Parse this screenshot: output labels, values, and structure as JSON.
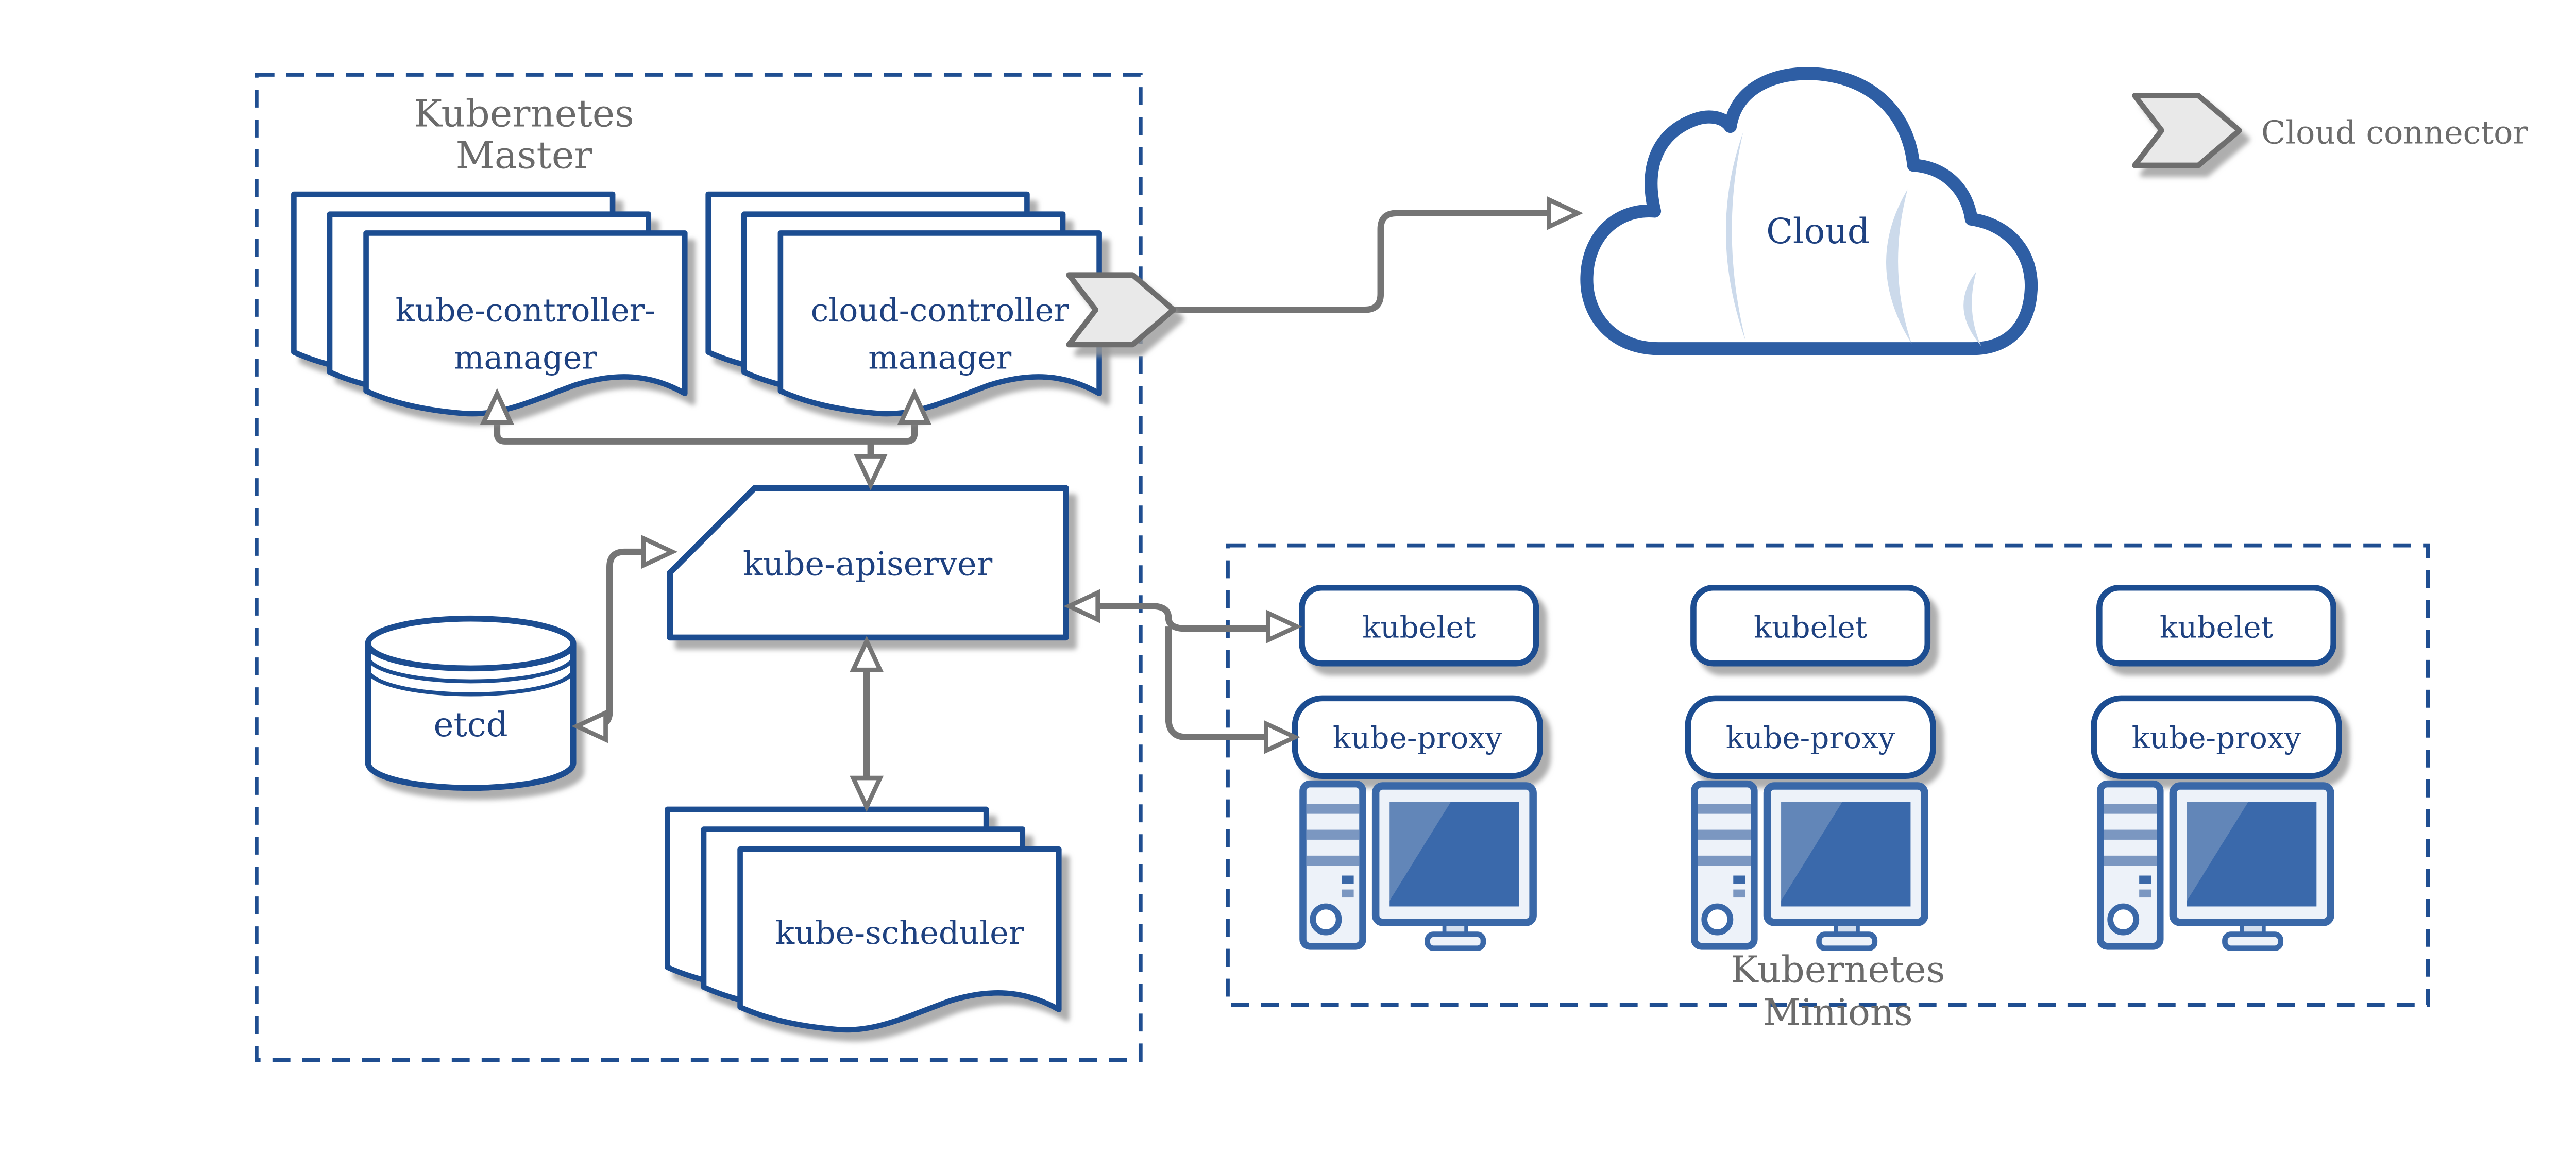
{
  "master": {
    "title": [
      "Kubernetes",
      "Master"
    ],
    "kube_controller_manager": [
      "kube-controller-",
      "manager"
    ],
    "cloud_controller_manager": [
      "cloud-controller",
      "manager"
    ],
    "kube_apiserver": "kube-apiserver",
    "etcd": "etcd",
    "kube_scheduler": "kube-scheduler"
  },
  "cloud": {
    "label": "Cloud"
  },
  "legend": {
    "label": "Cloud connector"
  },
  "minions": {
    "title": [
      "Kubernetes",
      "Minions"
    ],
    "nodes": [
      {
        "kubelet": "kubelet",
        "kube_proxy": "kube-proxy"
      },
      {
        "kubelet": "kubelet",
        "kube_proxy": "kube-proxy"
      },
      {
        "kubelet": "kubelet",
        "kube_proxy": "kube-proxy"
      }
    ]
  },
  "colors": {
    "node_border_navy": "#1f4e91",
    "node_text_navy": "#1e4180",
    "gray_text": "#6b6b6b",
    "connector_gray": "#757575",
    "computer_icon_blue": "#3a68a8",
    "cloud_outline_blue": "#2e5ea4",
    "cloud_sheen_blue": "#ccdaeb",
    "chevron_fill": "#e9e9e9",
    "shadow_gray": "#9a9a9a"
  }
}
